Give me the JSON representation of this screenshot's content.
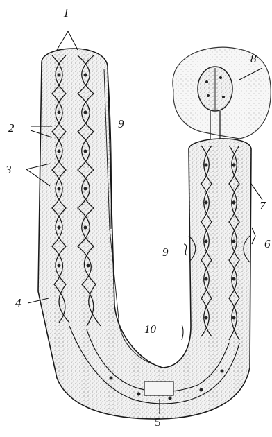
{
  "figure": {
    "labels": {
      "l1": "1",
      "l2": "2",
      "l3": "3",
      "l4": "4",
      "l5": "5",
      "l6": "6",
      "l7": "7",
      "l8": "8",
      "l9_left": "9",
      "l9_right": "9",
      "l10": "10"
    },
    "colors": {
      "ink": "#1a1a1a",
      "stipple": "#555555"
    }
  }
}
